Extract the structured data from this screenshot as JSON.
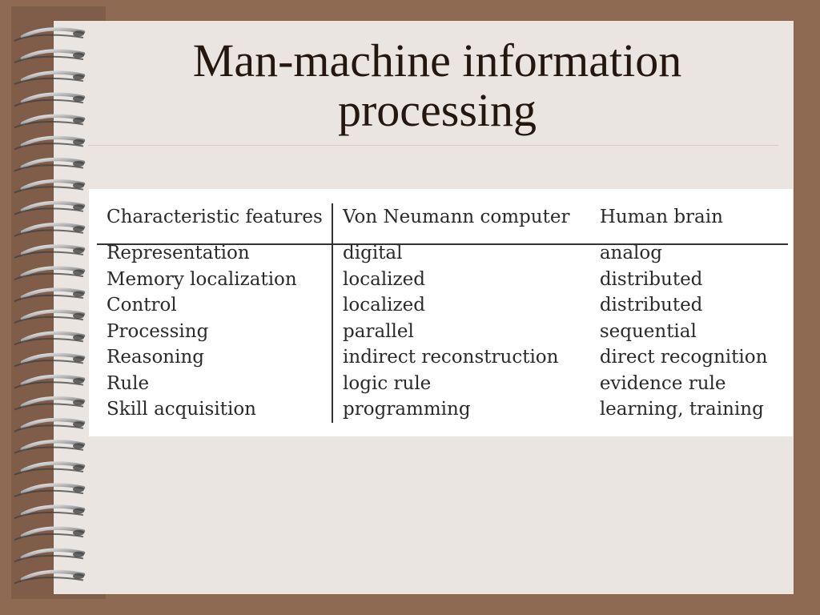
{
  "slide": {
    "title_line_1": "Man-machine information",
    "title_line_2": "processing"
  },
  "table": {
    "headers": [
      "Characteristic features",
      "Von Neumann computer",
      "Human brain"
    ],
    "rows": [
      [
        "Representation",
        "digital",
        "analog"
      ],
      [
        "Memory localization",
        "localized",
        "distributed"
      ],
      [
        "Control",
        "localized",
        "distributed"
      ],
      [
        "Processing",
        "parallel",
        "sequential"
      ],
      [
        "Reasoning",
        "indirect reconstruction",
        "direct recognition"
      ],
      [
        "Rule",
        "logic rule",
        "evidence rule"
      ],
      [
        "Skill acquisition",
        "programming",
        "learning, training"
      ]
    ]
  },
  "colors": {
    "background": "#8e6a53",
    "paper": "#ebe5e1",
    "table_background": "#ffffff",
    "text": "#24170f"
  },
  "decor": {
    "spiral_binding": "spiral-binding-icon"
  }
}
